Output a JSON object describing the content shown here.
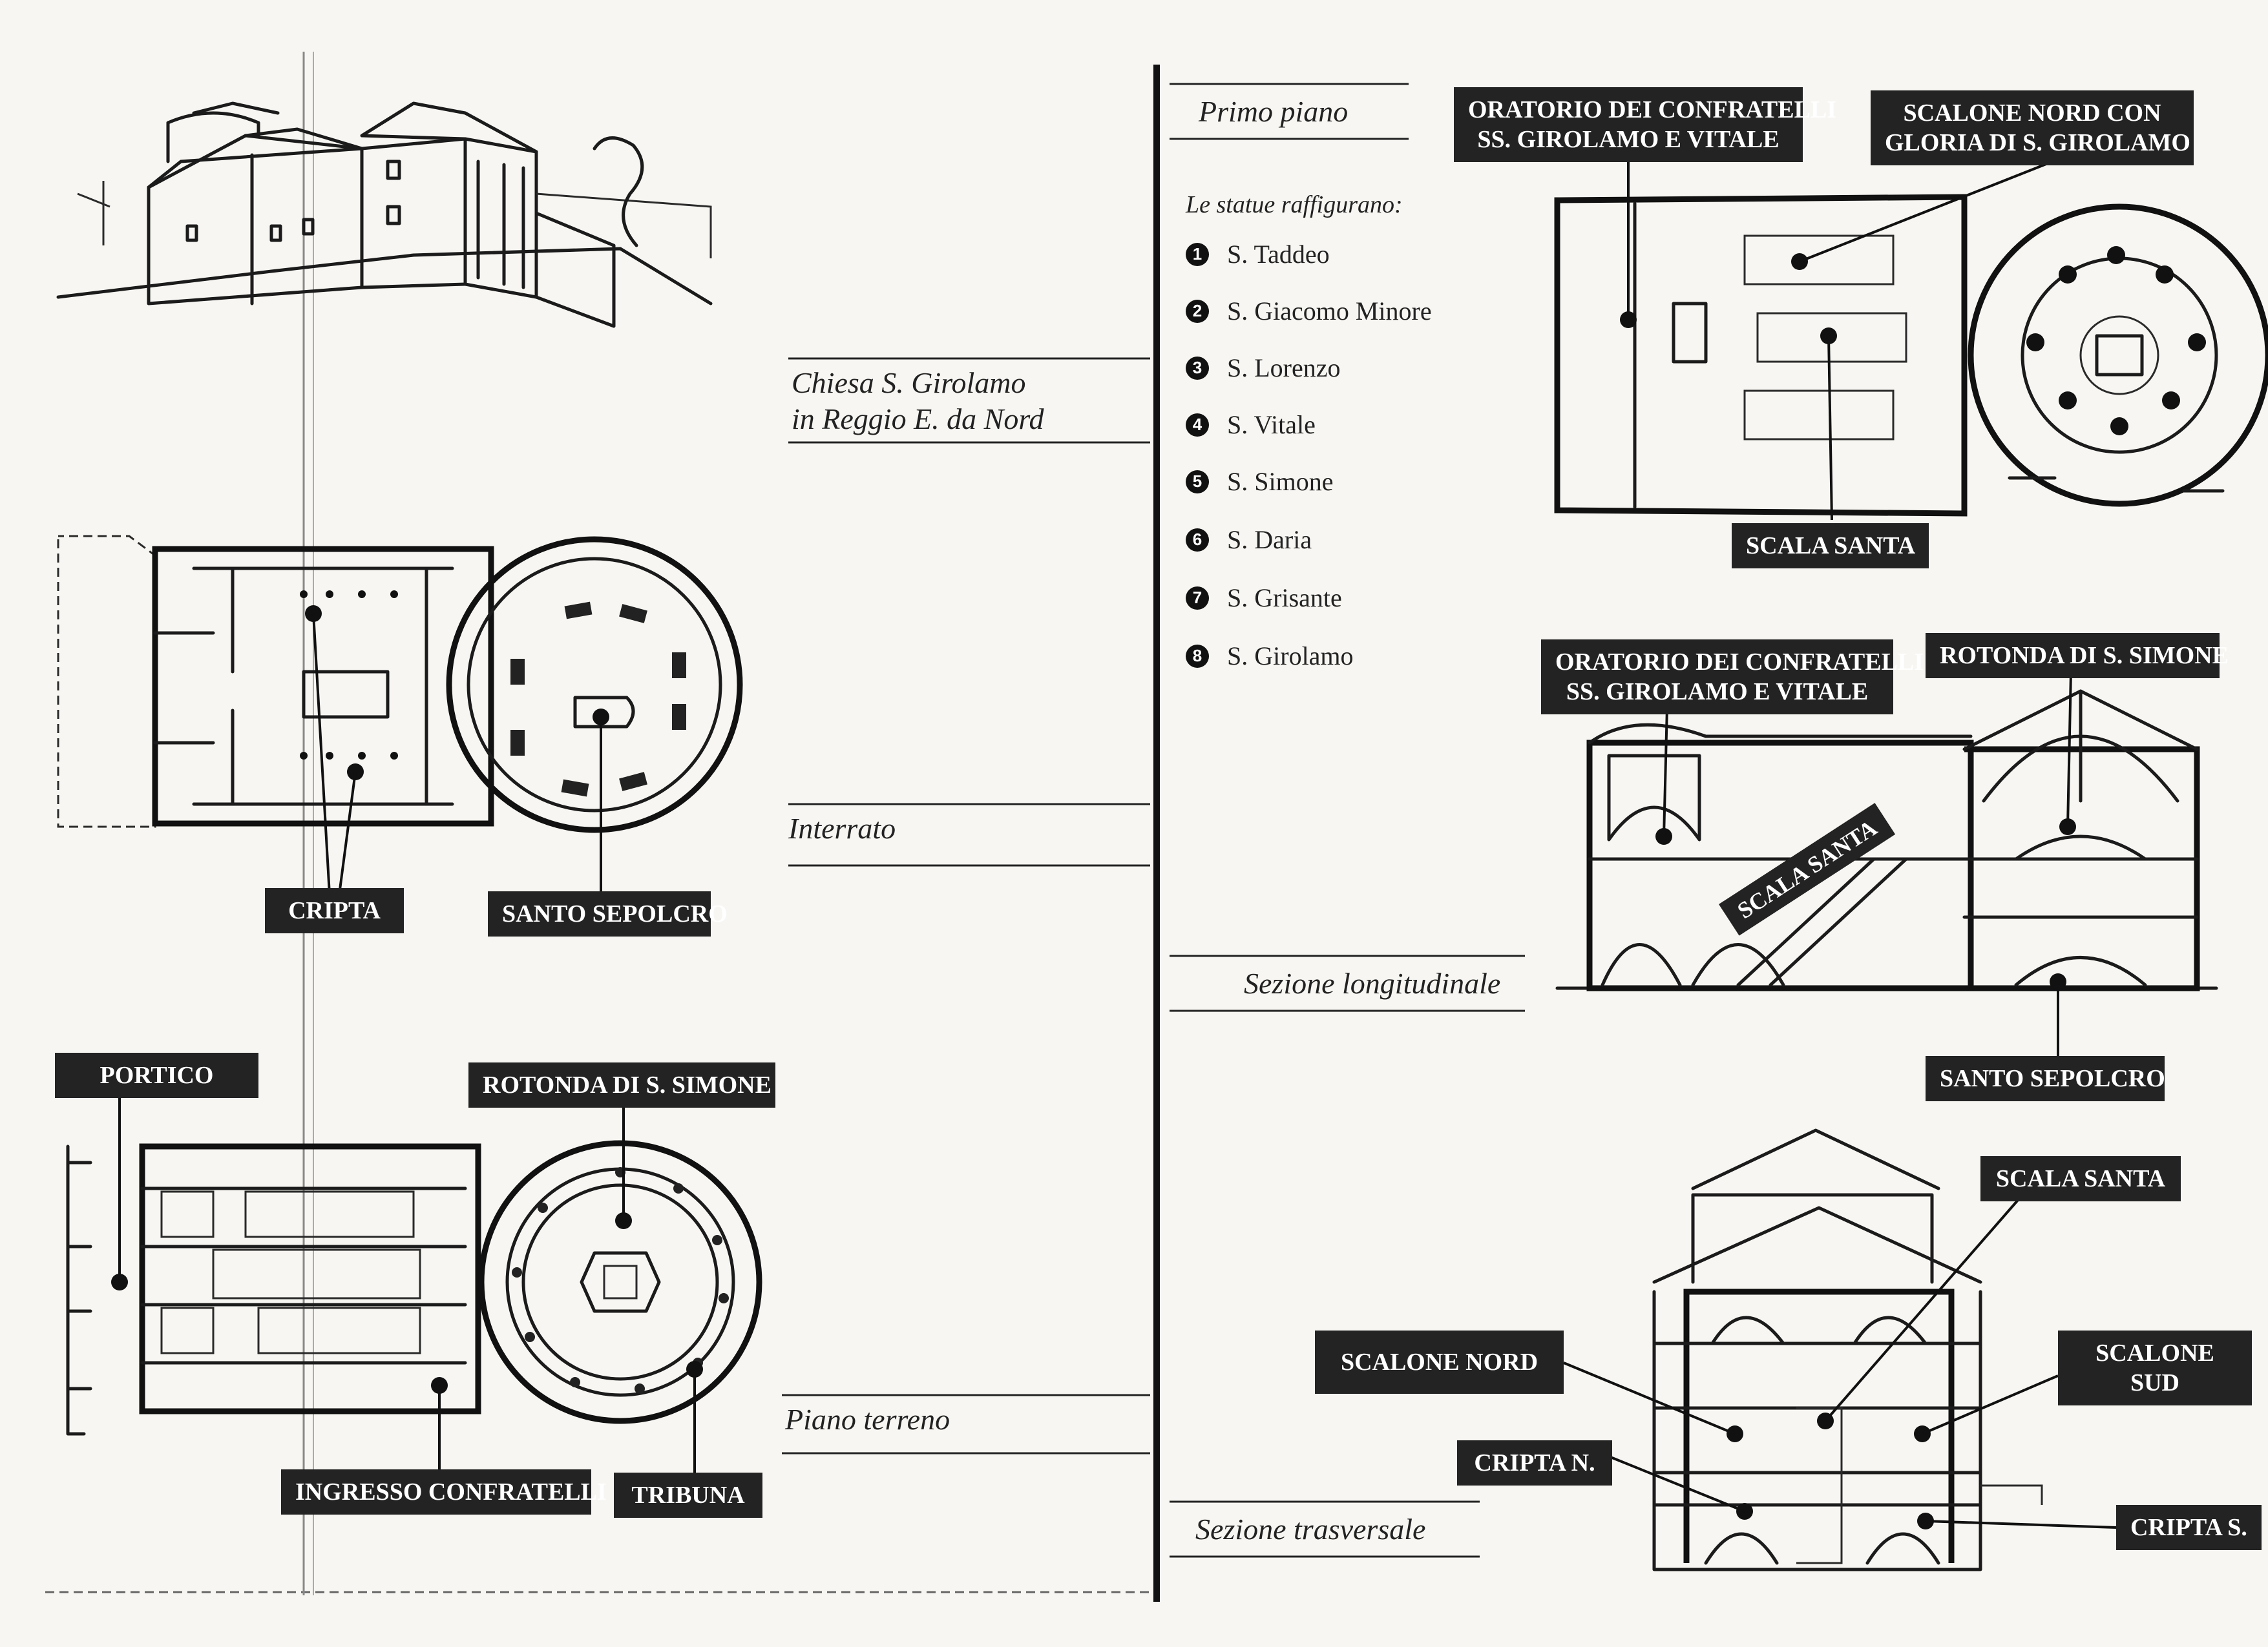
{
  "captions": {
    "chiesa_line1": "Chiesa S. Girolamo",
    "chiesa_line2": "in Reggio E. da Nord",
    "interrato": "Interrato",
    "piano_terreno": "Piano terreno",
    "primo_piano": "Primo piano",
    "sezione_longitudinale": "Sezione longitudinale",
    "sezione_trasversale": "Sezione trasversale"
  },
  "legend": {
    "title": "Le statue raffigurano:",
    "items": [
      {
        "num": "1",
        "label": "S. Taddeo"
      },
      {
        "num": "2",
        "label": "S. Giacomo Minore"
      },
      {
        "num": "3",
        "label": "S. Lorenzo"
      },
      {
        "num": "4",
        "label": "S. Vitale"
      },
      {
        "num": "5",
        "label": "S. Simone"
      },
      {
        "num": "6",
        "label": "S. Daria"
      },
      {
        "num": "7",
        "label": "S. Grisante"
      },
      {
        "num": "8",
        "label": "S. Girolamo"
      }
    ]
  },
  "labels": {
    "cripta": "CRIPTA",
    "santo_sepolcro": "SANTO SEPOLCRO",
    "portico": "PORTICO",
    "rotonda_ground": "ROTONDA DI S. SIMONE",
    "ingresso": "INGRESSO CONFRATELLI",
    "tribuna": "TRIBUNA",
    "oratorio_top_l1": "ORATORIO DEI CONFRATELLI",
    "oratorio_top_l2": "SS. GIROLAMO E VITALE",
    "scalone_nord_gloria_l1": "SCALONE NORD CON",
    "scalone_nord_gloria_l2": "GLORIA DI S. GIROLAMO",
    "scala_santa_top": "SCALA SANTA",
    "oratorio_sec_l1": "ORATORIO DEI CONFRATELLI",
    "oratorio_sec_l2": "SS. GIROLAMO E VITALE",
    "rotonda_section": "ROTONDA DI S. SIMONE",
    "scala_santa_diag": "SCALA SANTA",
    "santo_sepolcro_sec": "SANTO SEPOLCRO",
    "scala_santa_trans": "SCALA SANTA",
    "scalone_nord": "SCALONE NORD",
    "scalone_sud_l1": "SCALONE",
    "scalone_sud_l2": "SUD",
    "cripta_n": "CRIPTA N.",
    "cripta_s": "CRIPTA S."
  }
}
